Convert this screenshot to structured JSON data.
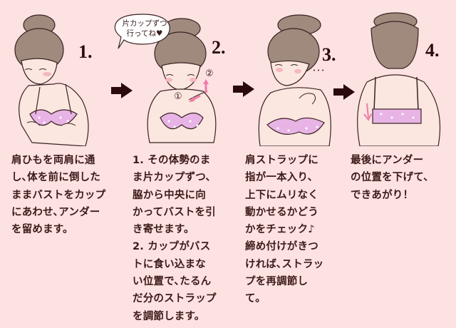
{
  "colors": {
    "background": "#fde2e2",
    "text": "#3d1a1a",
    "arrow": "#2a0a0a",
    "bra": "#e8b4e6",
    "accent_arrow": "#f07aa8",
    "hair": "#a08a7e",
    "skin": "#fbe6e0"
  },
  "steps": [
    {
      "number": "1.",
      "caption": "肩ひもを両肩に通\nし､体を前に倒した\nままバストをカップ\nにあわせ､アンダー\nを留めます。"
    },
    {
      "number": "2.",
      "speech_bubble": "片カップずつ\n行ってね♥",
      "markers": [
        "①",
        "②"
      ],
      "caption": "1. その体勢のま\nま片カップずつ、\n脇から中央に向\nかってバストを引\nき寄せます。\n2. カップがバス\nトに食い込まな\nい位置で､たるん\nだ分のストラップ\nを調節します。"
    },
    {
      "number": "3.",
      "dots": "･･･",
      "caption": "肩ストラップに\n指が一本入り、\n上下にムリなく\n動かせるかどう\nかをチェック♪\n締め付けがきつ\nければ､ストラッ\nプを再調節し\nて。"
    },
    {
      "number": "4.",
      "caption": "最後にアンダー\nの位置を下げて、\nできあがり！"
    }
  ],
  "arrows": [
    {
      "icon": "right-arrow-icon"
    },
    {
      "icon": "right-arrow-icon"
    },
    {
      "icon": "right-arrow-icon"
    }
  ]
}
